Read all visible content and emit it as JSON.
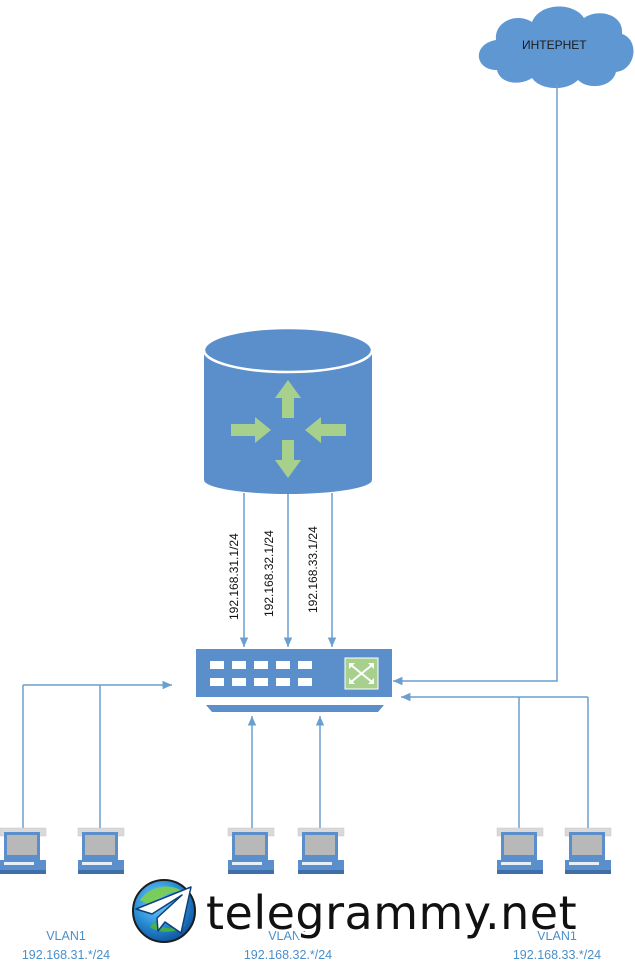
{
  "cloud": {
    "label": "ИНТЕРНЕТ"
  },
  "router": {
    "links": [
      {
        "label": "192.168.31.1/24"
      },
      {
        "label": "192.168.32.1/24"
      },
      {
        "label": "192.168.33.1/24"
      }
    ]
  },
  "groups": [
    {
      "vlan": "VLAN1",
      "subnet": "192.168.31.*/24"
    },
    {
      "vlan": "VLAN1",
      "subnet": "192.168.32.*/24"
    },
    {
      "vlan": "VLAN1",
      "subnet": "192.168.33.*/24"
    }
  ],
  "watermark": {
    "text": "telegrammy.net"
  },
  "colors": {
    "device_blue": "#5b8fcb",
    "arrow_green": "#a8d08d",
    "cloud_blue": "#5f97d3",
    "line": "#6a9fcf",
    "vlan_text": "#4a8fc9"
  },
  "icons": [
    "cloud-icon",
    "router-icon",
    "switch-icon",
    "computer-icon",
    "telegram-logo-icon"
  ]
}
